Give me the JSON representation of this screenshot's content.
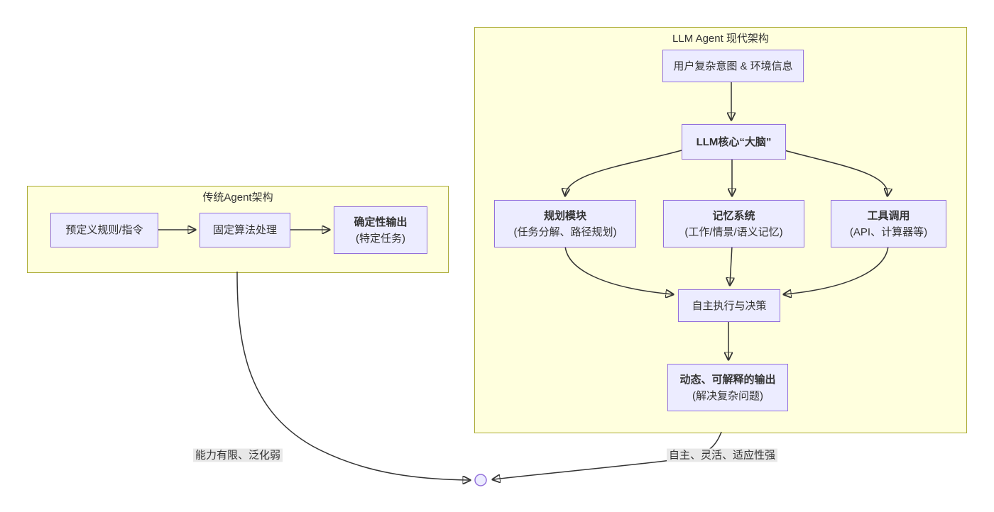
{
  "diagram_type": "flowchart-comparison",
  "colors": {
    "background": "#FFFFFF",
    "node_fill": "#ECECFF",
    "node_border": "#9370DB",
    "cluster_fill": "#FFFFDE",
    "cluster_border": "#AAAA33",
    "edge": "#333333",
    "text": "#333333",
    "edge_label_bg": "#E8E8E8"
  },
  "clusters": {
    "traditional": {
      "title": "传统Agent架构"
    },
    "modern": {
      "title": "LLM Agent 现代架构"
    }
  },
  "nodes": {
    "pre_rules": {
      "label": "预定义规则/指令"
    },
    "fixed_algo": {
      "label": "固定算法处理"
    },
    "deterministic_output": {
      "label": "确定性输出",
      "sub": "(特定任务)"
    },
    "user_input": {
      "label": "用户复杂意图 & 环境信息"
    },
    "llm_core": {
      "label": "LLM核心“大脑”"
    },
    "planning": {
      "label": "规划模块",
      "sub": "(任务分解、路径规划)"
    },
    "memory": {
      "label": "记忆系统",
      "sub": "(工作/情景/语义记忆)"
    },
    "tools": {
      "label": "工具调用",
      "sub": "(API、计算器等)"
    },
    "execution": {
      "label": "自主执行与决策"
    },
    "dynamic_output": {
      "label": "动态、可解释的输出",
      "sub": "(解决复杂问题)"
    }
  },
  "edge_labels": {
    "traditional_weakness": "能力有限、泛化弱",
    "modern_strength": "自主、灵活、适应性强"
  }
}
